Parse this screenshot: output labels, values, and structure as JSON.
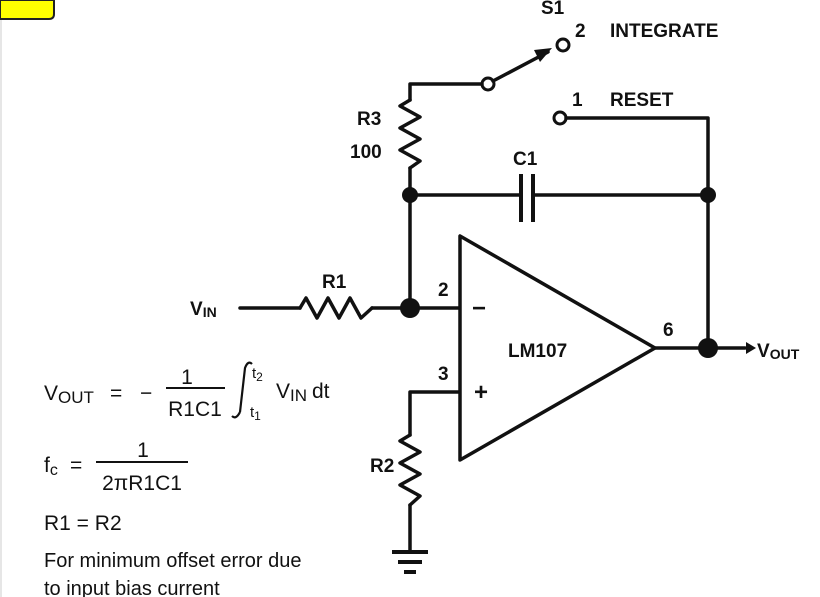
{
  "switch": {
    "name": "S1",
    "pos2_num": "2",
    "pos2_label": "INTEGRATE",
    "pos1_num": "1",
    "pos1_label": "RESET"
  },
  "r3": {
    "name": "R3",
    "value": "100"
  },
  "c1": {
    "name": "C1"
  },
  "r1": {
    "name": "R1"
  },
  "r2": {
    "name": "R2"
  },
  "opamp": {
    "name": "LM107",
    "pin_inv": "2",
    "pin_noninv": "3",
    "pin_out": "6",
    "inv_sign": "−",
    "noninv_sign": "+"
  },
  "input_label": {
    "main": "V",
    "sub": "IN"
  },
  "output_label": {
    "main": "V",
    "sub": "OUT"
  },
  "equations": {
    "vout_lhs_main": "V",
    "vout_lhs_sub": "OUT",
    "equals": "=",
    "minus": "−",
    "num": "1",
    "den": "R1C1",
    "integral_upper": "t2",
    "integral_lower": "t1",
    "integrand_main": "V",
    "integrand_sub": "IN",
    "dt": "dt",
    "fc_main": "f",
    "fc_sub": "c",
    "fc_num": "1",
    "fc_den": "2πR1C1",
    "r_equal": "R1 = R2",
    "note_line1": "For minimum offset error due",
    "note_line2": "to input bias current"
  },
  "colors": {
    "corner_tab": "#ffff00",
    "ink": "#111111"
  }
}
